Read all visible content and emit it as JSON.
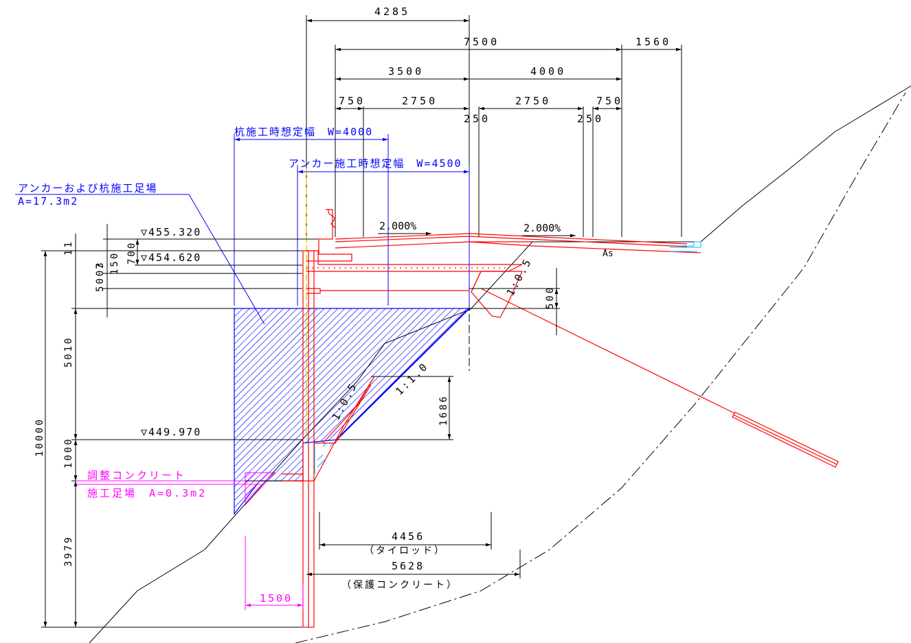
{
  "dimensions": {
    "d4285": "4285",
    "d7500": "7500",
    "d1560": "1560",
    "d3500": "3500",
    "d4000": "4000",
    "d750a": "750",
    "d2750a": "2750",
    "d2750b": "2750",
    "d750b": "750",
    "d250a": "250",
    "d250b": "250",
    "d500": "500",
    "d1686": "1686",
    "d10000": "10000",
    "d11": "11",
    "d700": "700",
    "d150": "150",
    "d5003": "5003",
    "d7": "7",
    "d5010": "5010",
    "d1000": "1000",
    "d3979": "3979",
    "d1500": "1500",
    "d4456": "4456",
    "d5628": "5628"
  },
  "labels": {
    "pile_width": "杭施工時想定幅　W=4000",
    "anchor_width": "アンカー施工時想定幅　W=4500",
    "scaffold_title": "アンカーおよび杭施工足場",
    "scaffold_area": "A=17.3m2",
    "adjust_concrete": "調整コンクリート",
    "small_scaffold": "施工足場　A=0.3m2",
    "tie_rod": "（タイロッド）",
    "protect_concrete": "（保護コンクリート）",
    "as_mark": "As"
  },
  "levels": {
    "el1": "▽455.320",
    "el2": "▽454.620",
    "el3": "▽449.970"
  },
  "slopes": {
    "grade_left": "2.000%",
    "grade_right": "2.000%",
    "slope_05_top": "1:0.5",
    "slope_10": "1:1.0",
    "slope_05_mid": "1:0.5"
  },
  "colors": {
    "dimension": "#000000",
    "structure": "#ff0000",
    "scaffold": "#0000ff",
    "adjust": "#ff00ff",
    "guide": "#00b4ff",
    "axis": "#e6d400"
  }
}
